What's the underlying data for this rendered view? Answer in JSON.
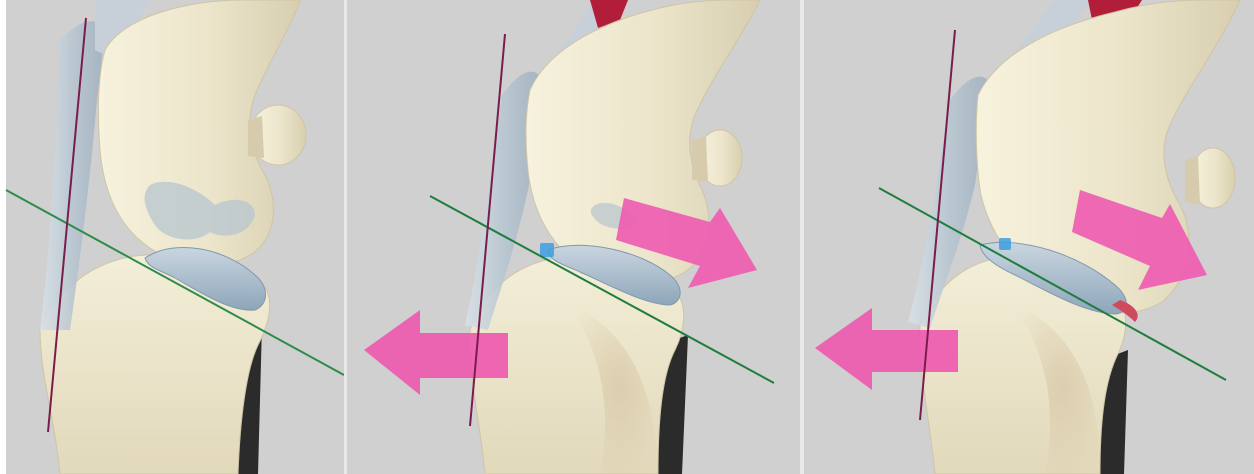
{
  "figure": {
    "panel_count": 3,
    "colors": {
      "background": "#cfd0cf",
      "bone": "#ede7cf",
      "bone_shadow": "#c9c0a1",
      "cartilage": "#9fb7c8",
      "ligament": "#b9c5cf",
      "muscle": "#b21e3a",
      "arrow": "#ee5ab0",
      "tibial_plateau_line": "#1f8a3f",
      "axis_line": "#7b1d4c",
      "fibula": "#2a2a2a",
      "marker": "#3d9fe0"
    },
    "panels": [
      {
        "label": "",
        "icons": [
          "femur-bone",
          "tibia-bone",
          "patella",
          "meniscus",
          "green-plateau-line",
          "purple-axis-line"
        ]
      },
      {
        "label": "",
        "icons": [
          "femur-bone",
          "tibia-bone",
          "patella",
          "meniscus",
          "green-plateau-line",
          "purple-axis-line",
          "arrow-left",
          "arrow-down-right"
        ]
      },
      {
        "label": "",
        "icons": [
          "femur-bone",
          "tibia-bone",
          "patella",
          "meniscus",
          "green-plateau-line",
          "purple-axis-line",
          "arrow-left",
          "arrow-down-right"
        ]
      }
    ]
  }
}
